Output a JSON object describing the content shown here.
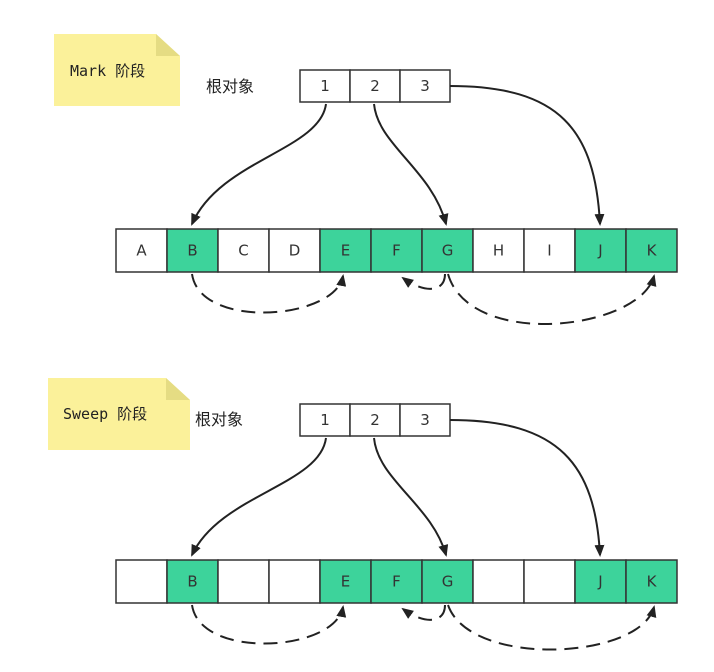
{
  "colors": {
    "marked": "#3dd39b",
    "unmarked": "#ffffff",
    "note": "#fbf19a",
    "note_fold": "#e5dc83",
    "stroke": "#333333"
  },
  "panels": [
    {
      "id": "mark",
      "note_label": "Mark 阶段",
      "root_label": "根对象",
      "roots": [
        "1",
        "2",
        "3"
      ],
      "cells": [
        {
          "label": "A",
          "marked": false
        },
        {
          "label": "B",
          "marked": true
        },
        {
          "label": "C",
          "marked": false
        },
        {
          "label": "D",
          "marked": false
        },
        {
          "label": "E",
          "marked": true
        },
        {
          "label": "F",
          "marked": true
        },
        {
          "label": "G",
          "marked": true
        },
        {
          "label": "H",
          "marked": false
        },
        {
          "label": "I",
          "marked": false
        },
        {
          "label": "J",
          "marked": true
        },
        {
          "label": "K",
          "marked": true
        }
      ]
    },
    {
      "id": "sweep",
      "note_label": "Sweep 阶段",
      "root_label": "根对象",
      "roots": [
        "1",
        "2",
        "3"
      ],
      "cells": [
        {
          "label": "",
          "marked": false
        },
        {
          "label": "B",
          "marked": true
        },
        {
          "label": "",
          "marked": false
        },
        {
          "label": "",
          "marked": false
        },
        {
          "label": "E",
          "marked": true
        },
        {
          "label": "F",
          "marked": true
        },
        {
          "label": "G",
          "marked": true
        },
        {
          "label": "",
          "marked": false
        },
        {
          "label": "",
          "marked": false
        },
        {
          "label": "J",
          "marked": true
        },
        {
          "label": "K",
          "marked": true
        }
      ]
    }
  ]
}
